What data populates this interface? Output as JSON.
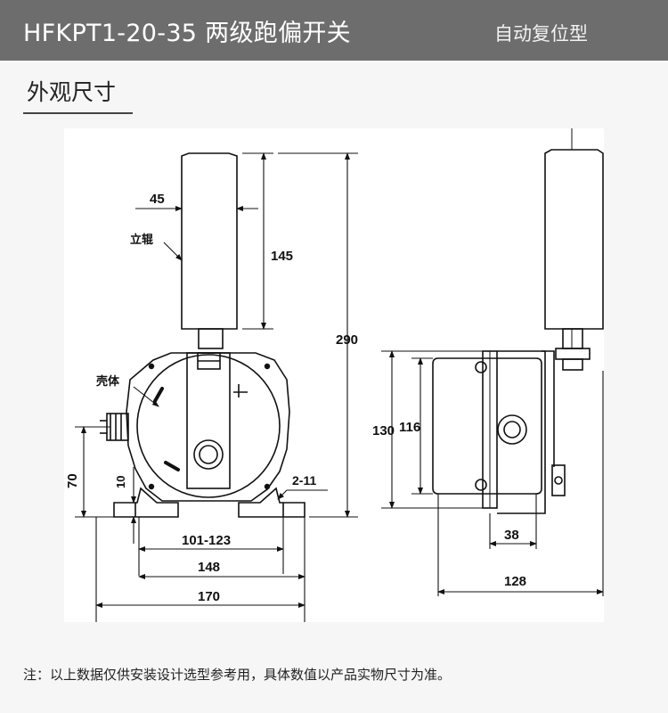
{
  "header": {
    "title": "HFKPT1-20-35 两级跑偏开关",
    "type_label": "自动复位型"
  },
  "section": {
    "title": "外观尺寸"
  },
  "drawing": {
    "part_labels": {
      "roller": "立辊",
      "housing": "壳体"
    },
    "dimensions": {
      "roller_width": "45",
      "roller_height": "145",
      "total_height": "290",
      "base_height": "70",
      "base_thickness": "10",
      "slot": "2-11",
      "mount_spacing": "101-123",
      "base_inner_width": "148",
      "base_width": "170",
      "side_height": "130",
      "side_inner_height": "116",
      "side_offset": "38",
      "side_depth": "128"
    }
  },
  "footer": {
    "note": "注：以上数据仅供安装设计选型参考用，具体数值以产品实物尺寸为准。"
  }
}
